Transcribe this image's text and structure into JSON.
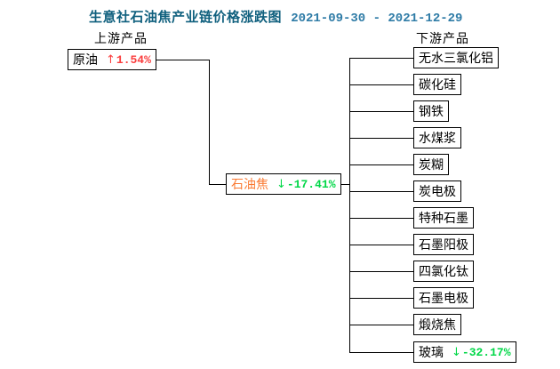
{
  "title": {
    "text": "生意社石油焦产业链价格涨跌图",
    "date_range": "2021-09-30 - 2021-12-29"
  },
  "labels": {
    "upstream": "上游产品",
    "downstream": "下游产品"
  },
  "colors": {
    "title_text": "#10607e",
    "date_text": "#2e7ba6",
    "up_change": "#fa3e3e",
    "down_change": "#00d747",
    "focus_product": "#fa7a33",
    "line": "#000000",
    "background": "#ffffff"
  },
  "upstream_node": {
    "name": "原油",
    "arrow": "↑",
    "change": "1.54%"
  },
  "mid_node": {
    "name": "石油焦",
    "arrow": "↓",
    "change": "-17.41%"
  },
  "downstream_nodes": [
    {
      "name": "无水三氯化铝"
    },
    {
      "name": "碳化硅"
    },
    {
      "name": "钢铁"
    },
    {
      "name": "水煤浆"
    },
    {
      "name": "炭糊"
    },
    {
      "name": "炭电极"
    },
    {
      "name": "特种石墨"
    },
    {
      "name": "石墨阳极"
    },
    {
      "name": "四氯化钛"
    },
    {
      "name": "石墨电极"
    },
    {
      "name": "煅烧焦"
    },
    {
      "name": "玻璃",
      "arrow": "↓",
      "change": "-32.17%"
    }
  ]
}
